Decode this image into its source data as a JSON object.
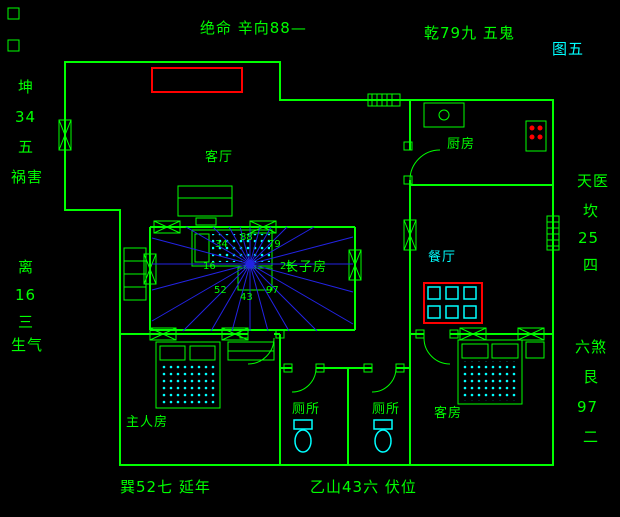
{
  "figure_tag": "图五",
  "annotations": {
    "top": [
      "绝命  辛向88—",
      "乾79九 五鬼"
    ],
    "bottom": [
      "巽52七  延年",
      "乙山43六  伏位"
    ],
    "left_upper": [
      "坤",
      "34",
      "五",
      "祸害"
    ],
    "left_lower": [
      "离",
      "16",
      "三",
      "生气"
    ],
    "right_upper": [
      "天医",
      "坎",
      "25",
      "四"
    ],
    "right_lower": [
      "六煞",
      "艮",
      "97",
      "二"
    ]
  },
  "rooms": {
    "living": "客厅",
    "kitchen": "厨房",
    "dining": "餐厅",
    "eldest_son": "长子房",
    "master": "主人房",
    "toilet_left": "厕所",
    "toilet_right": "厕所",
    "guest": "客房"
  },
  "compass": {
    "numbers": [
      "88",
      "79",
      "25",
      "97",
      "43",
      "52",
      "16",
      "34"
    ]
  },
  "colors": {
    "background": "#000000",
    "wall_green": "#00ff00",
    "accent_cyan": "#00ffff",
    "highlight_red": "#ff0000",
    "compass_blue": "#2323e5"
  }
}
